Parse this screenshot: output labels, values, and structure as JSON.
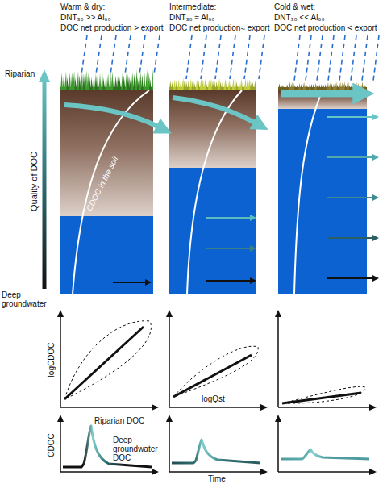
{
  "diagram": {
    "nodes": [
      {
        "text": [
          "Warm & dry:",
          "DNT₃₀ >> Ai₆₀",
          "DOC net production > export",
          "CDOC in the soil"
        ]
      },
      {
        "text": [
          "Intermediate:",
          "DNT₃₀ ≈ Ai₆₀",
          "DOC net production≈ export"
        ]
      },
      {
        "text": [
          "Cold & wet:",
          "DNT₃₀ << Ai₆₀",
          "DOC net production < export"
        ]
      }
    ],
    "labels": [
      "Riparian",
      "Quality of DOC",
      "Deep groundwater",
      "logCDOC",
      "logQst",
      "Riparian DOC",
      "Deep groundwater DOC",
      "CDOC",
      "Time"
    ]
  }
}
